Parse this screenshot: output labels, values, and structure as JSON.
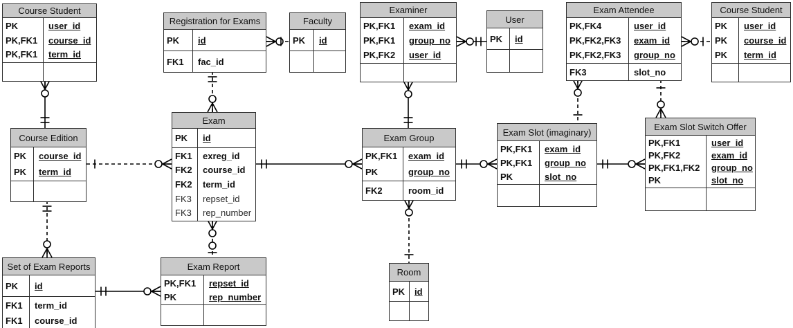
{
  "colors": {
    "entity_header_bg": "#c9c9c9",
    "entity_border": "#2e2e2e",
    "relationship_line": "#000000",
    "background": "#ffffff"
  },
  "entities": [
    {
      "id": "course_student_tl",
      "title": "Course Student",
      "sections": [
        {
          "rows": [
            {
              "k": "PK",
              "f": "user_id",
              "u": 1
            },
            {
              "k": "PK,FK1",
              "f": "course_id",
              "u": 1
            },
            {
              "k": "PK,FK1",
              "f": "term_id",
              "u": 1
            }
          ]
        },
        {
          "rows": [
            {
              "k": "",
              "f": ""
            }
          ]
        }
      ]
    },
    {
      "id": "registration_for_exams",
      "title": "Registration for Exams",
      "sections": [
        {
          "rows": [
            {
              "k": "PK",
              "f": "id",
              "u": 1
            }
          ]
        },
        {
          "rows": [
            {
              "k": "FK1",
              "f": "fac_id"
            }
          ]
        }
      ]
    },
    {
      "id": "faculty",
      "title": "Faculty",
      "sections": [
        {
          "rows": [
            {
              "k": "PK",
              "f": "id",
              "u": 1
            }
          ]
        },
        {
          "rows": [
            {
              "k": "",
              "f": ""
            }
          ]
        }
      ]
    },
    {
      "id": "examiner",
      "title": "Examiner",
      "sections": [
        {
          "rows": [
            {
              "k": "PK,FK1",
              "f": "exam_id",
              "u": 1
            },
            {
              "k": "PK,FK1",
              "f": "group_no",
              "u": 1
            },
            {
              "k": "PK,FK2",
              "f": "user_id",
              "u": 1
            }
          ]
        },
        {
          "rows": [
            {
              "k": "",
              "f": ""
            }
          ]
        }
      ]
    },
    {
      "id": "user",
      "title": "User",
      "sections": [
        {
          "rows": [
            {
              "k": "PK",
              "f": "id",
              "u": 1
            }
          ]
        },
        {
          "rows": [
            {
              "k": "",
              "f": ""
            }
          ]
        }
      ]
    },
    {
      "id": "exam_attendee",
      "title": "Exam Attendee",
      "sections": [
        {
          "rows": [
            {
              "k": "PK,FK4",
              "f": "user_id",
              "u": 1
            },
            {
              "k": "PK,FK2,FK3",
              "f": "exam_id",
              "u": 1
            },
            {
              "k": "PK,FK2,FK3",
              "f": "group_no",
              "u": 1
            }
          ]
        },
        {
          "rows": [
            {
              "k": "FK3",
              "f": "slot_no"
            }
          ]
        }
      ]
    },
    {
      "id": "course_student_tr",
      "title": "Course Student",
      "sections": [
        {
          "rows": [
            {
              "k": "PK",
              "f": "user_id",
              "u": 1
            },
            {
              "k": "PK",
              "f": "course_id",
              "u": 1
            },
            {
              "k": "PK",
              "f": "term_id",
              "u": 1
            }
          ]
        },
        {
          "rows": [
            {
              "k": "",
              "f": ""
            }
          ]
        }
      ]
    },
    {
      "id": "course_edition",
      "title": "Course Edition",
      "sections": [
        {
          "rows": [
            {
              "k": "PK",
              "f": "course_id",
              "u": 1
            },
            {
              "k": "PK",
              "f": "term_id",
              "u": 1
            }
          ]
        },
        {
          "rows": [
            {
              "k": "",
              "f": ""
            }
          ]
        }
      ]
    },
    {
      "id": "exam",
      "title": "Exam",
      "sections": [
        {
          "rows": [
            {
              "k": "PK",
              "f": "id",
              "u": 1
            }
          ]
        },
        {
          "rows": [
            {
              "k": "FK1",
              "f": "exreg_id"
            },
            {
              "k": "FK2",
              "f": "course_id"
            },
            {
              "k": "FK2",
              "f": "term_id"
            },
            {
              "k": "FK3",
              "f": "repset_id",
              "light": 1
            },
            {
              "k": "FK3",
              "f": "rep_number",
              "light": 1
            }
          ]
        }
      ]
    },
    {
      "id": "exam_group",
      "title": "Exam Group",
      "sections": [
        {
          "rows": [
            {
              "k": "PK,FK1",
              "f": "exam_id",
              "u": 1
            },
            {
              "k": "PK",
              "f": "group_no",
              "u": 1
            }
          ]
        },
        {
          "rows": [
            {
              "k": "FK2",
              "f": "room_id"
            }
          ]
        }
      ]
    },
    {
      "id": "exam_slot",
      "title": "Exam Slot (imaginary)",
      "sections": [
        {
          "rows": [
            {
              "k": "PK,FK1",
              "f": "exam_id",
              "u": 1
            },
            {
              "k": "PK,FK1",
              "f": "group_no",
              "u": 1
            },
            {
              "k": "PK",
              "f": "slot_no",
              "u": 1
            }
          ]
        },
        {
          "rows": [
            {
              "k": "",
              "f": ""
            }
          ]
        }
      ]
    },
    {
      "id": "exam_slot_switch_offer",
      "title": "Exam Slot Switch Offer",
      "sections": [
        {
          "rows": [
            {
              "k": "PK,FK1",
              "f": "user_id",
              "u": 1
            },
            {
              "k": "PK,FK2",
              "f": "exam_id",
              "u": 1
            },
            {
              "k": "PK,FK1,FK2",
              "f": "group_no",
              "u": 1
            },
            {
              "k": "PK",
              "f": "slot_no",
              "u": 1
            }
          ]
        },
        {
          "rows": [
            {
              "k": "",
              "f": ""
            }
          ]
        }
      ]
    },
    {
      "id": "set_of_exam_reports",
      "title": "Set of Exam Reports",
      "sections": [
        {
          "rows": [
            {
              "k": "PK",
              "f": "id",
              "u": 1
            }
          ]
        },
        {
          "rows": [
            {
              "k": "FK1",
              "f": "term_id"
            },
            {
              "k": "FK1",
              "f": "course_id"
            }
          ]
        }
      ]
    },
    {
      "id": "exam_report",
      "title": "Exam Report",
      "sections": [
        {
          "rows": [
            {
              "k": "PK,FK1",
              "f": "repset_id",
              "u": 1
            },
            {
              "k": "PK",
              "f": "rep_number",
              "u": 1
            }
          ]
        },
        {
          "rows": [
            {
              "k": "",
              "f": ""
            }
          ]
        }
      ]
    },
    {
      "id": "room",
      "title": "Room",
      "sections": [
        {
          "rows": [
            {
              "k": "PK",
              "f": "id",
              "u": 1
            }
          ]
        },
        {
          "rows": [
            {
              "k": "",
              "f": ""
            }
          ]
        }
      ]
    }
  ],
  "relationships": [
    {
      "from": "course_student_tl",
      "to": "course_edition",
      "from_card": "zero-many",
      "to_card": "exactly-one",
      "line": "solid"
    },
    {
      "from": "course_edition",
      "to": "set_of_exam_reports",
      "from_card": "exactly-one",
      "to_card": "zero-many",
      "line": "dashed"
    },
    {
      "from": "course_edition",
      "to": "exam",
      "from_card": "one",
      "to_card": "zero-many",
      "line": "dashed"
    },
    {
      "from": "registration_for_exams",
      "to": "exam",
      "from_card": "exactly-one",
      "to_card": "zero-many",
      "line": "dashed"
    },
    {
      "from": "registration_for_exams",
      "to": "faculty",
      "from_card": "zero-many",
      "to_card": "one",
      "line": "dashed"
    },
    {
      "from": "examiner",
      "to": "exam_group",
      "from_card": "zero-many",
      "to_card": "exactly-one",
      "line": "solid"
    },
    {
      "from": "examiner",
      "to": "user",
      "from_card": "zero-many",
      "to_card": "exactly-one",
      "line": "solid"
    },
    {
      "from": "exam",
      "to": "exam_group",
      "from_card": "exactly-one",
      "to_card": "zero-many",
      "line": "solid"
    },
    {
      "from": "exam_group",
      "to": "exam_slot",
      "from_card": "exactly-one",
      "to_card": "zero-many",
      "line": "solid"
    },
    {
      "from": "exam_group",
      "to": "room",
      "from_card": "zero-many",
      "to_card": "one",
      "line": "dashed"
    },
    {
      "from": "exam_slot",
      "to": "exam_slot_switch_offer",
      "from_card": "exactly-one",
      "to_card": "zero-many",
      "line": "solid"
    },
    {
      "from": "exam_attendee",
      "to": "exam_slot",
      "from_card": "zero-many",
      "to_card": "one",
      "line": "dashed"
    },
    {
      "from": "exam_attendee",
      "to": "exam_slot_switch_offer",
      "from_card": "one",
      "to_card": "zero-many",
      "line": "dashed"
    },
    {
      "from": "exam_attendee",
      "to": "course_student_tr",
      "from_card": "zero-many",
      "to_card": "one",
      "line": "dashed"
    },
    {
      "from": "set_of_exam_reports",
      "to": "exam_report",
      "from_card": "exactly-one",
      "to_card": "zero-many",
      "line": "solid"
    },
    {
      "from": "exam",
      "to": "exam_report",
      "from_card": "zero-many",
      "to_card": "zero-one",
      "line": "dashed"
    }
  ]
}
